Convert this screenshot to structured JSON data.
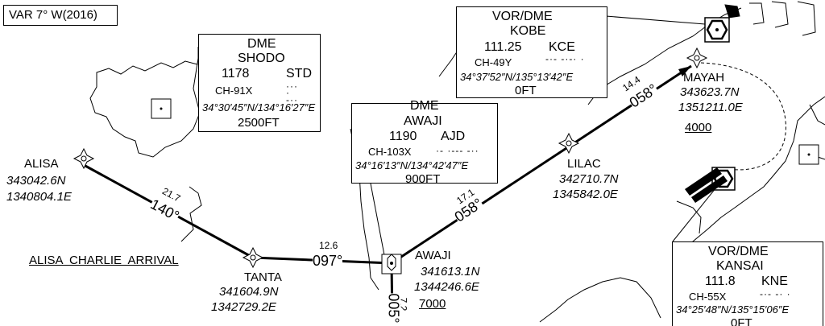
{
  "variation": "VAR 7° W(2016)",
  "procedure_name": "ALISA  CHARLIE  ARRIVAL",
  "navaids": {
    "shodo": {
      "type": "DME",
      "name": "SHODO",
      "freq": "1178",
      "ident": "STD",
      "channel": "CH-91X",
      "coords": "34°30′45″N/134°16′27″E",
      "elev": "2500FT"
    },
    "awaji": {
      "type": "DME",
      "name": "AWAJI",
      "freq": "1190",
      "ident": "AJD",
      "channel": "CH-103X",
      "coords": "34°16′13″N/134°42′47″E",
      "elev": "900FT"
    },
    "kobe": {
      "type": "VOR/DME",
      "name": "KOBE",
      "freq": "111.25",
      "ident": "KCE",
      "channel": "CH-49Y",
      "coords": "34°37′52″N/135°13′42″E",
      "elev": "0FT"
    },
    "kansai": {
      "type": "VOR/DME",
      "name": "KANSAI",
      "freq": "111.8",
      "ident": "KNE",
      "channel": "CH-55X",
      "coords": "34°25′48″N/135°15′06″E",
      "elev": "0FT"
    }
  },
  "fixes": {
    "alisa": {
      "name": "ALISA",
      "lat": "343042.6N",
      "lon": "1340804.1E"
    },
    "tanta": {
      "name": "TANTA",
      "lat": "341604.9N",
      "lon": "1342729.2E"
    },
    "awaji": {
      "name": "AWAJI",
      "lat": "341613.1N",
      "lon": "1344246.6E",
      "alt": "7000"
    },
    "lilac": {
      "name": "LILAC",
      "lat": "342710.7N",
      "lon": "1345842.0E"
    },
    "mayah": {
      "name": "MAYAH",
      "lat": "343623.7N",
      "lon": "1351211.0E",
      "alt": "4000"
    }
  },
  "legs": {
    "alisa_tanta": {
      "dist": "21.7",
      "course": "140°"
    },
    "tanta_awaji": {
      "dist": "12.6",
      "course": "097°"
    },
    "awaji_south": {
      "dist": "7.2",
      "course": "005°"
    },
    "awaji_lilac": {
      "dist": "17.1",
      "course": "058°"
    },
    "lilac_mayah": {
      "dist": "14.4",
      "course": "058°"
    }
  }
}
